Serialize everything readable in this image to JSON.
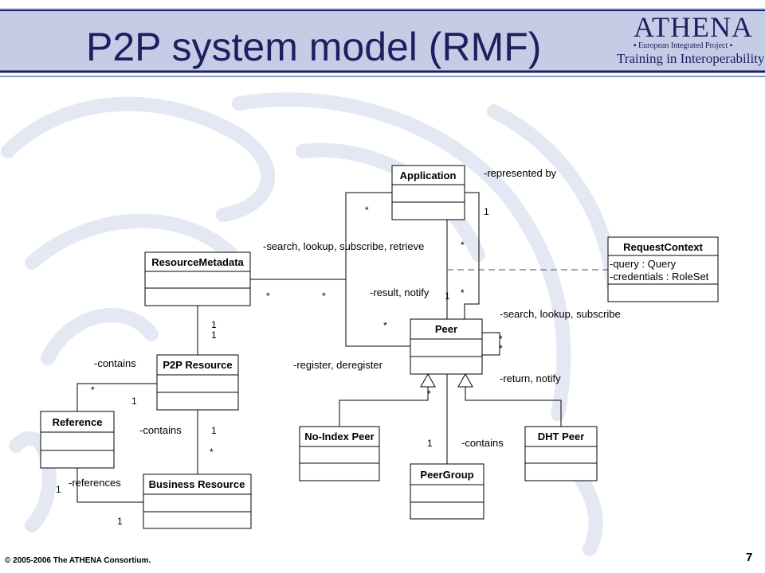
{
  "title": "P2P system model (RMF)",
  "logo": {
    "name": "ATHENA",
    "subtitle": "▪ European Integrated Project ▪",
    "tagline": "Training in Interoperability"
  },
  "footer": {
    "copyright": "© 2005-2006 The ATHENA Consortium.",
    "page_number": "7"
  },
  "colors": {
    "title": "#1c2060",
    "header_band": "#c5cde6",
    "rule": "#1c2060",
    "background_motif": "#e3e8f3"
  },
  "diagram": {
    "classes": {
      "application": {
        "name": "Application"
      },
      "request_context": {
        "name": "RequestContext",
        "attributes": [
          "-query : Query",
          "-credentials : RoleSet"
        ]
      },
      "resource_metadata": {
        "name": "ResourceMetadata"
      },
      "peer": {
        "name": "Peer"
      },
      "p2p_resource": {
        "name": "P2P Resource"
      },
      "reference": {
        "name": "Reference"
      },
      "no_index_peer": {
        "name": "No-Index Peer"
      },
      "dht_peer": {
        "name": "DHT Peer"
      },
      "peer_group": {
        "name": "PeerGroup"
      },
      "business_resource": {
        "name": "Business Resource"
      }
    },
    "association_labels": {
      "represented_by": "-represented by",
      "search_lookup_subscribe_retrieve": "-search, lookup, subscribe, retrieve",
      "result_notify": "-result, notify",
      "search_lookup_subscribe": "-search, lookup, subscribe",
      "register_deregister": "-register, deregister",
      "return_notify": "-return, notify",
      "contains_group": "-contains",
      "contains_reference": "-contains",
      "contains_business": "-contains",
      "references": "-references"
    },
    "multiplicities": {
      "app_left_star": "*",
      "app_represented_one": "1",
      "app_star_below": "*",
      "app_result_star": "*",
      "peer_result_one": "1",
      "metadata_star_a": "*",
      "metadata_star_b": "*",
      "peer_register_star": "*",
      "metadata_one": "1",
      "p2p_resource_one": "1",
      "peer_self_star_a": "*",
      "peer_self_star_b": "*",
      "peer_bottom_star": "*",
      "reference_star": "*",
      "p2p_ref_one": "1",
      "p2p_business_one": "1",
      "business_star": "*",
      "peergroup_one": "1",
      "reference_one": "1",
      "business_ref_one": "1"
    }
  }
}
